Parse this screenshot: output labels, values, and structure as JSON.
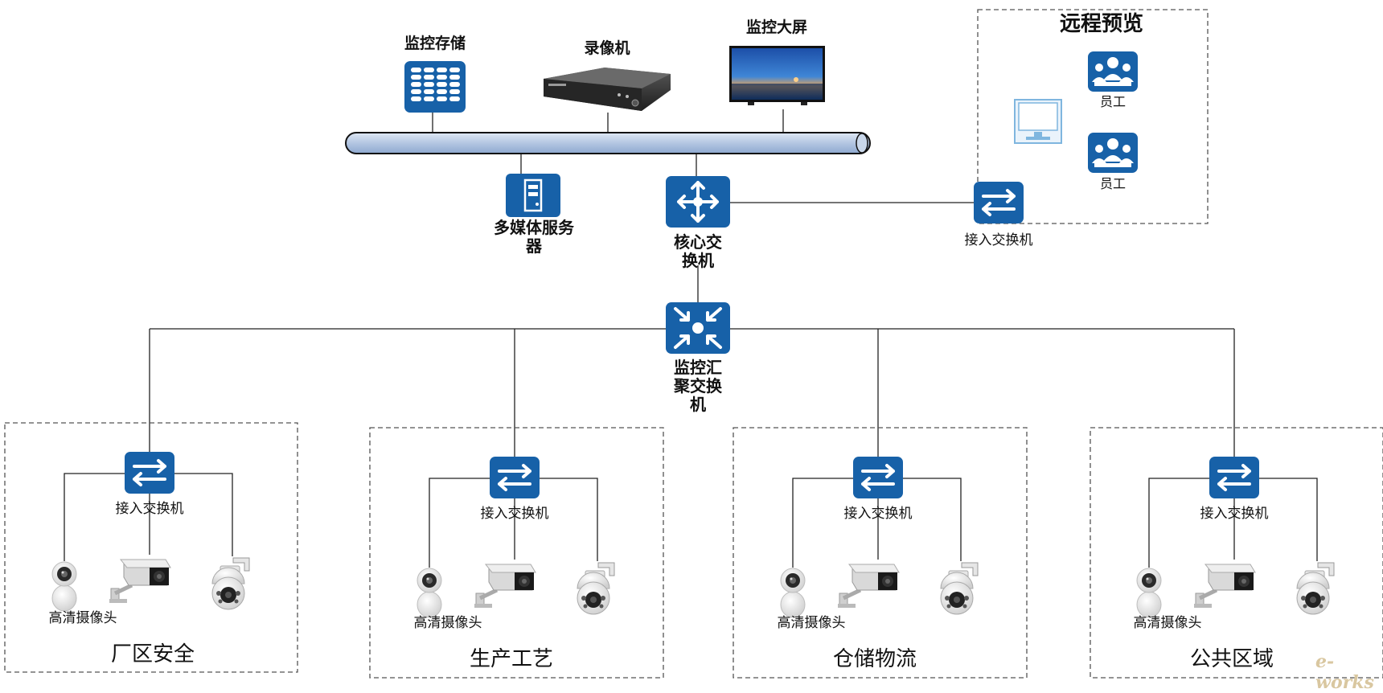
{
  "storage": {
    "label": "监控存储",
    "icon": "database-cluster-icon"
  },
  "recorder": {
    "label": "录像机",
    "icon": "nvr-icon"
  },
  "screen": {
    "label": "监控大屏",
    "icon": "monitor-screen-icon"
  },
  "media_server": {
    "label": "多媒体服务器",
    "icon": "server-icon"
  },
  "core_switch": {
    "label": "核心交换机",
    "icon": "core-router-icon"
  },
  "agg_switch": {
    "label": "监控汇聚交换机",
    "icon": "aggregation-switch-icon"
  },
  "remote": {
    "title": "远程预览",
    "switch_label": "接入交换机",
    "staff": [
      {
        "label": "员工"
      },
      {
        "label": "员工"
      }
    ],
    "terminal_icon": "desktop-monitor-icon"
  },
  "zones": [
    {
      "title": "厂区安全",
      "switch_label": "接入交换机",
      "camera_label": "高清摄像头"
    },
    {
      "title": "生产工艺",
      "switch_label": "接入交换机",
      "camera_label": "高清摄像头"
    },
    {
      "title": "仓储物流",
      "switch_label": "接入交换机",
      "camera_label": "高清摄像头"
    },
    {
      "title": "公共区域",
      "switch_label": "接入交换机",
      "camera_label": "高清摄像头"
    }
  ],
  "watermark": "e-works",
  "colors": {
    "device_blue": "#1761a8",
    "bus_fill": "#b9cbe4",
    "line": "#222222",
    "dash": "#555555"
  }
}
